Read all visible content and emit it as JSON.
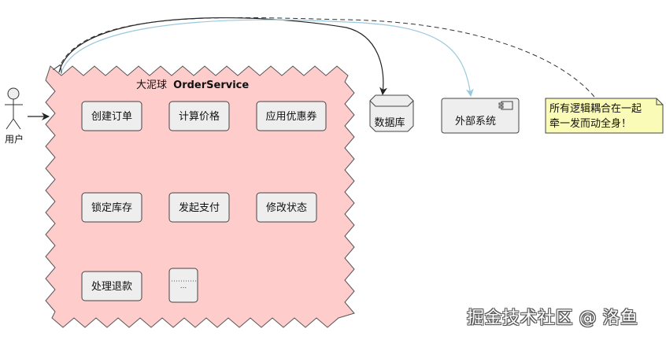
{
  "actor": {
    "label": "用户"
  },
  "container": {
    "title_prefix": "大泥球",
    "title_name": "OrderService"
  },
  "modules": [
    {
      "id": "create-order",
      "label": "创建订单"
    },
    {
      "id": "calc-price",
      "label": "计算价格"
    },
    {
      "id": "apply-coupon",
      "label": "应用优惠券"
    },
    {
      "id": "lock-stock",
      "label": "锁定库存"
    },
    {
      "id": "start-payment",
      "label": "发起支付"
    },
    {
      "id": "change-status",
      "label": "修改状态"
    },
    {
      "id": "refund",
      "label": "处理退款"
    },
    {
      "id": "more",
      "label": "..."
    }
  ],
  "database": {
    "label": "数据库"
  },
  "external": {
    "label": "外部系统"
  },
  "note": {
    "line1": "所有逻辑耦合在一起",
    "line2": "牵一发而动全身！"
  },
  "watermark": "掘金技术社区 @ 洛鱼",
  "colors": {
    "container_fill": "#ffcccc",
    "node_fill": "#eeeeee",
    "note_fill": "#fbfbb8",
    "external_arrow": "#9ac8dc",
    "stroke": "#333333"
  }
}
